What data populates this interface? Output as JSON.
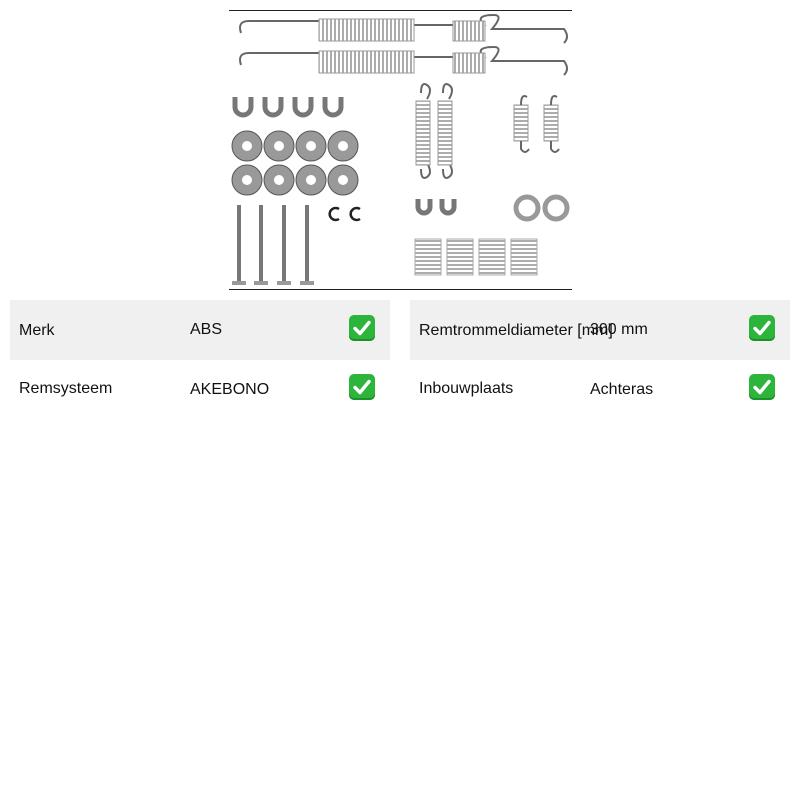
{
  "product": {
    "image_icon": "brake-shoe-fitting-kit-illustration"
  },
  "specs_left": [
    {
      "label": "Merk",
      "value": "ABS",
      "status_icon": "check-mark-icon",
      "status_color": "#2db43a"
    },
    {
      "label": "Remsysteem",
      "value": "AKEBONO",
      "status_icon": "check-mark-icon",
      "status_color": "#2db43a"
    }
  ],
  "specs_right": [
    {
      "label": "Remtrommeldiameter [mm]",
      "value": "300 mm",
      "status_icon": "check-mark-icon",
      "status_color": "#2db43a"
    },
    {
      "label": "Inbouwplaats",
      "value": "Achteras",
      "status_icon": "check-mark-icon",
      "status_color": "#2db43a"
    }
  ],
  "colors": {
    "row_shade": "#f0f0f0",
    "check_green": "#2db43a"
  }
}
